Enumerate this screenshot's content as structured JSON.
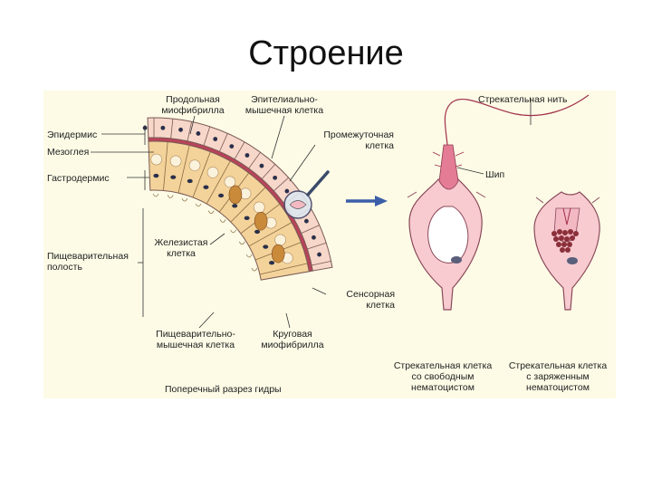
{
  "title": "Строение",
  "labels": {
    "longitudinal": "Продольная\nмиофибрилла",
    "epithelial": "Эпителиально-\nмышечная клетка",
    "stinging_thread": "Стрекательная нить",
    "epidermis": "Эпидермис",
    "mesoglea": "Мезоглея",
    "intermediate": "Промежуточная\nклетка",
    "gastrodermis": "Гастродермис",
    "spine": "Шип",
    "glandular": "Железистая\nклетка",
    "cavity": "Пищеварительная\nполость",
    "sensory": "Сенсорная\nклетка",
    "digestive": "Пищеварительно-\nмышечная клетка",
    "circular": "Круговая\nмиофибрилла",
    "cross_section": "Поперечный разрез гидры",
    "free_cell": "Стрекательная клетка\nсо свободным\nнематоцистом",
    "charged_cell": "Стрекательная клетка\nс заряженным\nнематоцистом"
  },
  "colors": {
    "panel": "#fdfbe6",
    "epidermis_cell": "#f6d7c9",
    "gastro_cell": "#f3d39a",
    "vacuole": "#fbf2dc",
    "mesoglea": "#b9435a",
    "nucleus": "#2a2f4a",
    "nematocyst": "#f3b9c3",
    "arrow": "#3b5ea8"
  }
}
